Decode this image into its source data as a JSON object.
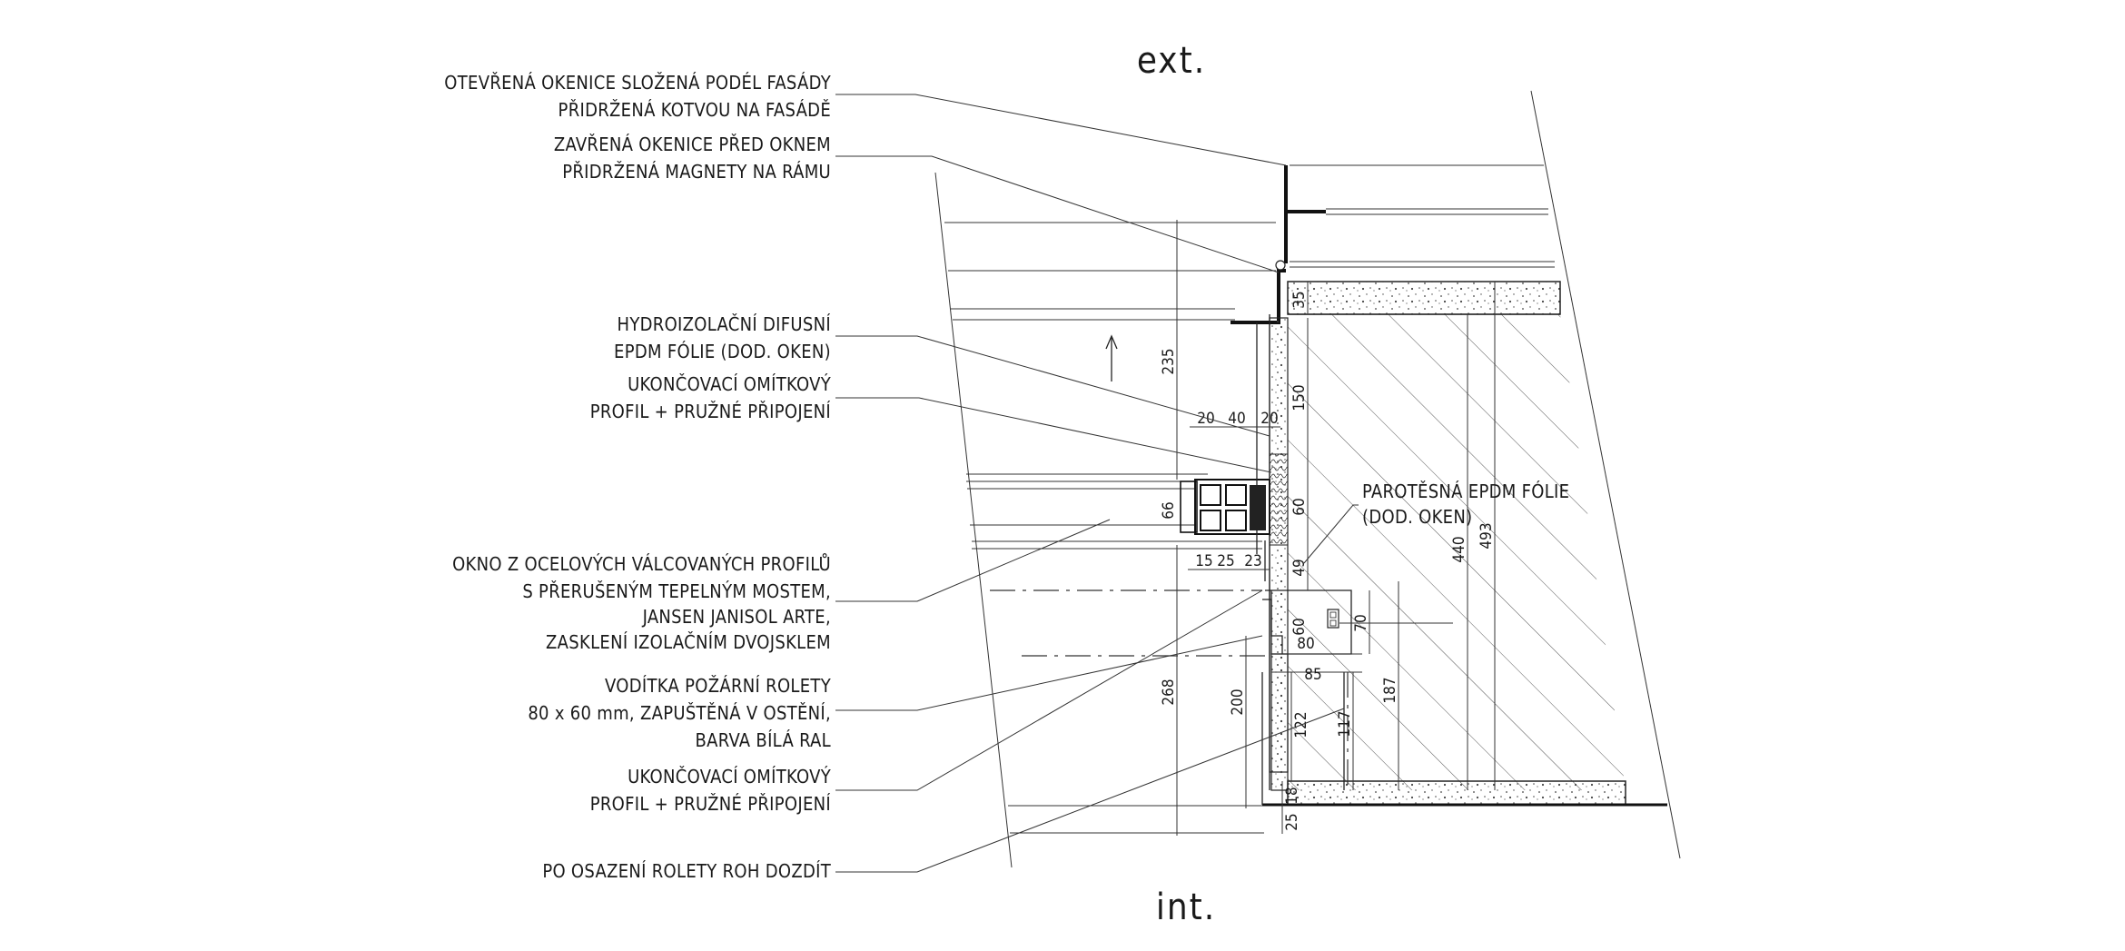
{
  "orientation": {
    "exterior": "ext.",
    "interior": "int."
  },
  "labels": [
    {
      "id": "shutter-open",
      "lines": [
        "OTEVŘENÁ OKENICE SLOŽENÁ PODÉL FASÁDY",
        "PŘIDRŽENÁ KOTVOU NA FASÁDĚ"
      ]
    },
    {
      "id": "shutter-closed",
      "lines": [
        "ZAVŘENÁ OKENICE PŘED OKNEM",
        "PŘIDRŽENÁ MAGNETY NA RÁMU"
      ]
    },
    {
      "id": "hydro-foil",
      "lines": [
        "HYDROIZOLAČNÍ DIFUSNÍ",
        "EPDM FÓLIE (DOD. OKEN)"
      ]
    },
    {
      "id": "plaster-profile-top",
      "lines": [
        "UKONČOVACÍ OMÍTKOVÝ",
        "PROFIL + PRUŽNÉ PŘIPOJENÍ"
      ]
    },
    {
      "id": "window",
      "lines": [
        "OKNO Z OCELOVÝCH VÁLCOVANÝCH PROFILŮ",
        "S PŘERUŠENÝM TEPELNÝM MOSTEM,",
        "JANSEN JANISOL ARTE,",
        "ZASKLENÍ IZOLAČNÍM DVOJSKLEM"
      ]
    },
    {
      "id": "roller-guide",
      "lines": [
        "VODÍTKA POŽÁRNÍ ROLETY",
        "80 x 60 mm, ZAPUŠTĚNÁ V OSTĚNÍ,",
        "BARVA BÍLÁ RAL"
      ]
    },
    {
      "id": "plaster-profile-bottom",
      "lines": [
        "UKONČOVACÍ OMÍTKOVÝ",
        "PROFIL + PRUŽNÉ PŘIPOJENÍ"
      ]
    },
    {
      "id": "corner",
      "lines": [
        "PO OSAZENÍ ROLETY ROH DOZDÍT"
      ]
    }
  ],
  "vapor_label": [
    "PAROTĚSNÁ EPDM FÓLIE",
    "(DOD. OKEN)"
  ],
  "dimensions": {
    "d235": "235",
    "d35": "35",
    "d150": "150",
    "d20a": "20",
    "d40": "40",
    "d20b": "20",
    "d66": "66",
    "d60v": "60",
    "d49": "49",
    "d15": "15",
    "d25a": "25",
    "d23": "23",
    "d440": "440",
    "d493": "493",
    "d60h": "60",
    "d80": "80",
    "d70": "70",
    "d85": "85",
    "d187": "187",
    "d268": "268",
    "d200": "200",
    "d122": "122",
    "d117": "117",
    "d18": "18",
    "d25b": "25"
  }
}
